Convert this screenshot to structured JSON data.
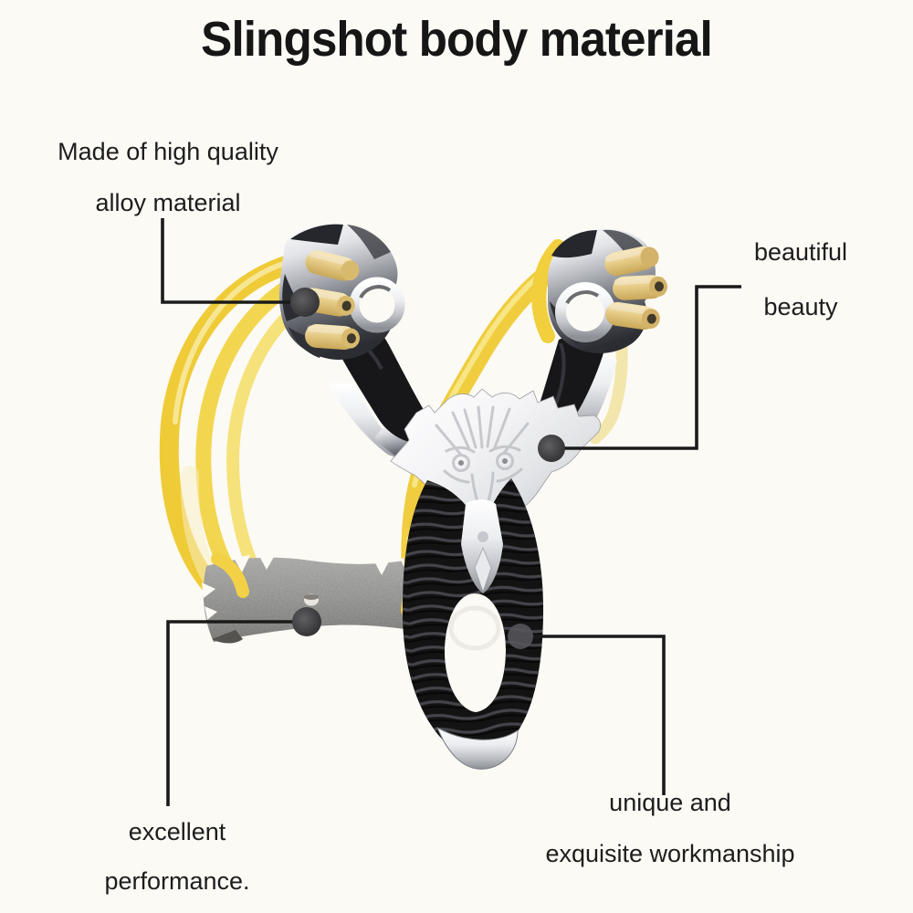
{
  "title": {
    "text": "Slingshot body material",
    "color": "#161616"
  },
  "annotations": {
    "alloy": {
      "line1": "Made of high quality",
      "line2": "alloy material"
    },
    "beauty": {
      "line1": "beautiful",
      "line2": "beauty"
    },
    "performance": {
      "line1": "excellent",
      "line2": "performance."
    },
    "workmanship": {
      "line1": "unique and",
      "line2": "exquisite workmanship"
    }
  },
  "figure": {
    "subject": "metal-slingshot-product-photo",
    "colors": {
      "background": "#fcfaf5",
      "band_yellow": "#f2d147",
      "band_pale_yellow": "#f8e88e",
      "chrome_light": "#f4f4f6",
      "chrome_dark": "#5b5d64",
      "grip_black": "#151515",
      "pouch_gray": "#8b8b89",
      "tube_cream": "#e6cc88",
      "callout_line": "#1a1a1a",
      "callout_dot": "#3d3d3f"
    }
  }
}
